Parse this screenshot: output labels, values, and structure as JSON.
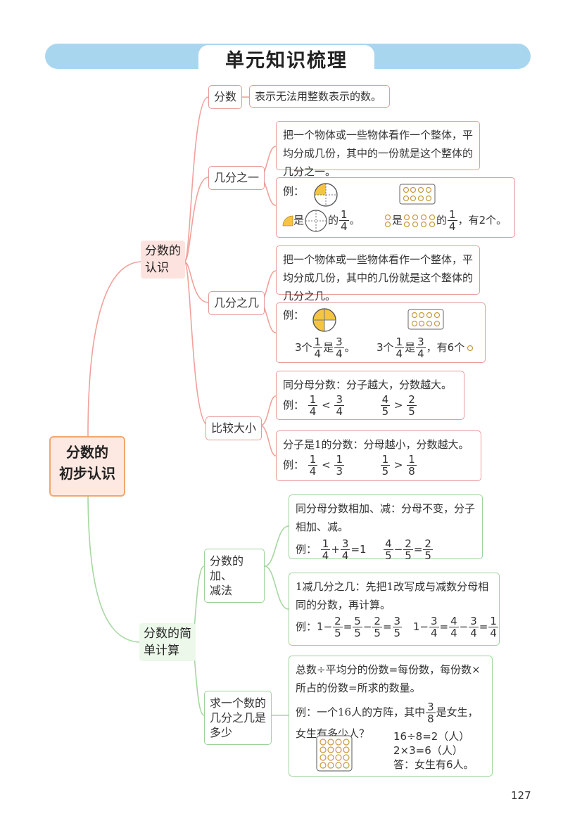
{
  "title": "单元知识梳理",
  "root": {
    "line1": "分数的",
    "line2": "初步认识"
  },
  "branch1": {
    "line1": "分数的",
    "line2": "认识",
    "fenshu": {
      "label": "分数",
      "definition": "表示无法用整数表示的数。"
    },
    "jifenzhiyi": {
      "label": "几分之一",
      "definition": "把一个物体或一些物体看作一个整体，平均分成几份，其中的一份就是这个整体的几分之一。",
      "example_label": "例：",
      "ex1_is": "是",
      "ex1_of": "的",
      "ex1_num": "1",
      "ex1_den": "4",
      "ex1_end": "。",
      "ex2_is": "是",
      "ex2_of": "的",
      "ex2_num": "1",
      "ex2_den": "4",
      "ex2_end": "，有2个。"
    },
    "jifenzhiji": {
      "label": "几分之几",
      "definition": "把一个物体或一些物体看作一个整体，平均分成几份，其中的几份就是这个整体的几分之几。",
      "example_label": "例：",
      "ex1_pre": "3个",
      "ex1_num": "1",
      "ex1_den": "4",
      "ex1_is": "是",
      "ex1_rnum": "3",
      "ex1_rden": "4",
      "ex1_end": "。",
      "ex2_pre": "3个",
      "ex2_num": "1",
      "ex2_den": "4",
      "ex2_is": "是",
      "ex2_rnum": "3",
      "ex2_rden": "4",
      "ex2_end": "，有6个"
    },
    "compare": {
      "label": "比较大小",
      "rule1": "同分母分数：分子越大，分数越大。",
      "rule2": "分子是1的分数：分母越小，分数越大。",
      "example_label": "例：",
      "r1": {
        "a_num": "1",
        "a_den": "4",
        "op1": "<",
        "b_num": "3",
        "b_den": "4",
        "c_num": "4",
        "c_den": "5",
        "op2": ">",
        "d_num": "2",
        "d_den": "5"
      },
      "r2": {
        "a_num": "1",
        "a_den": "4",
        "op1": "<",
        "b_num": "1",
        "b_den": "3",
        "c_num": "1",
        "c_den": "5",
        "op2": ">",
        "d_num": "1",
        "d_den": "8"
      }
    }
  },
  "branch2": {
    "line1": "分数的简",
    "line2": "单计算",
    "addsub": {
      "label_line1": "分数的加、",
      "label_line2": "减法",
      "rule1": "同分母分数相加、减：分母不变，分子相加、减。",
      "rule2": "1减几分之几：先把1改写成与减数分母相同的分数，再计算。",
      "example_label": "例：",
      "plus": "+",
      "minus": "−",
      "eq": "=",
      "one": "1",
      "e1": {
        "a_num": "1",
        "a_den": "4",
        "b_num": "3",
        "b_den": "4",
        "result": "1"
      },
      "e2": {
        "a_num": "4",
        "a_den": "5",
        "b_num": "2",
        "b_den": "5",
        "r_num": "2",
        "r_den": "5"
      },
      "e3": {
        "a_num": "2",
        "a_den": "5",
        "b_num": "5",
        "b_den": "5",
        "c_num": "2",
        "c_den": "5",
        "r_num": "3",
        "r_den": "5"
      },
      "e4": {
        "a_num": "3",
        "a_den": "4",
        "b_num": "4",
        "b_den": "4",
        "c_num": "3",
        "c_den": "4",
        "r_num": "1",
        "r_den": "4"
      }
    },
    "part": {
      "label_line1": "求一个数的",
      "label_line2": "几分之几是",
      "label_line3": "多少",
      "rule": "总数÷平均分的份数=每份数，每份数×所占的份数=所求的数量。",
      "ex_pre": "例：一个16人的方阵，其中",
      "ex_num": "3",
      "ex_den": "8",
      "ex_post": "是女生，",
      "ex_line2": "女生有多少人？",
      "calc1": "16÷8=2（人）",
      "calc2": "2×3=6（人）",
      "answer": "答：女生有6人。"
    }
  },
  "page_number": "127",
  "colors": {
    "title_bar": "#a9d6ef",
    "pink_border": "#e89a98",
    "green_border": "#9dd29a",
    "root_border": "#f2a76b",
    "yellow": "#f5c542"
  }
}
